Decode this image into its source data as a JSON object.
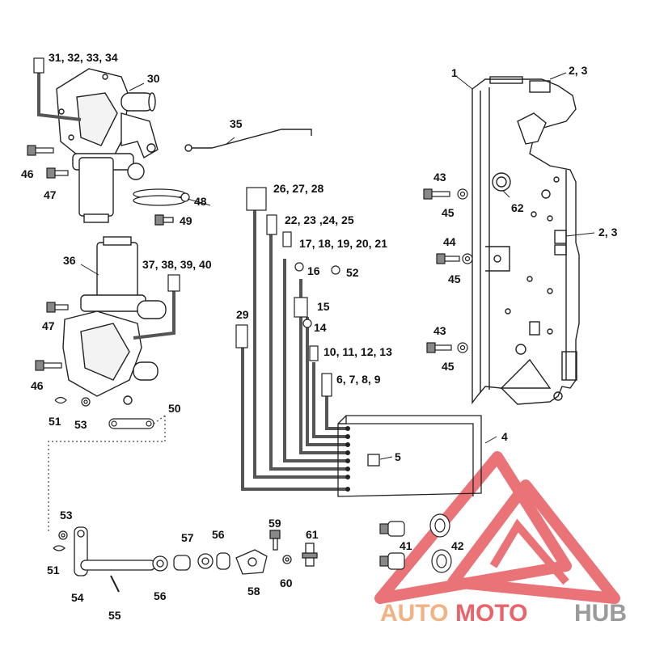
{
  "diagram": {
    "callouts": {
      "c1": "1",
      "c2_3a": "2, 3",
      "c2_3b": "2, 3",
      "c4": "4",
      "c5": "5",
      "c6_9": "6, 7, 8, 9",
      "c10_13": "10, 11, 12, 13",
      "c14": "14",
      "c15": "15",
      "c16": "16",
      "c17_21": "17, 18, 19, 20, 21",
      "c22_25": "22, 23 ,24, 25",
      "c26_28": "26, 27, 28",
      "c29": "29",
      "c30": "30",
      "c31_34": "31, 32, 33, 34",
      "c35": "35",
      "c36": "36",
      "c37_40": "37, 38, 39, 40",
      "c41": "41",
      "c42": "42",
      "c43a": "43",
      "c43b": "43",
      "c44": "44",
      "c45a": "45",
      "c45b": "45",
      "c45c": "45",
      "c46a": "46",
      "c46b": "46",
      "c47a": "47",
      "c47b": "47",
      "c48": "48",
      "c49": "49",
      "c50": "50",
      "c51a": "51",
      "c51b": "51",
      "c52": "52",
      "c53a": "53",
      "c53b": "53",
      "c54": "54",
      "c55": "55",
      "c56a": "56",
      "c56b": "56",
      "c57": "57",
      "c58": "58",
      "c59": "59",
      "c60": "60",
      "c61": "61",
      "c62": "62"
    }
  },
  "watermark": {
    "word_auto": "AUTO",
    "word_moto": "MOTO",
    "word_hub": "HUB",
    "color_orange": "#f2b183",
    "color_red": "#e8646a",
    "color_gray": "#9a9a9a"
  }
}
